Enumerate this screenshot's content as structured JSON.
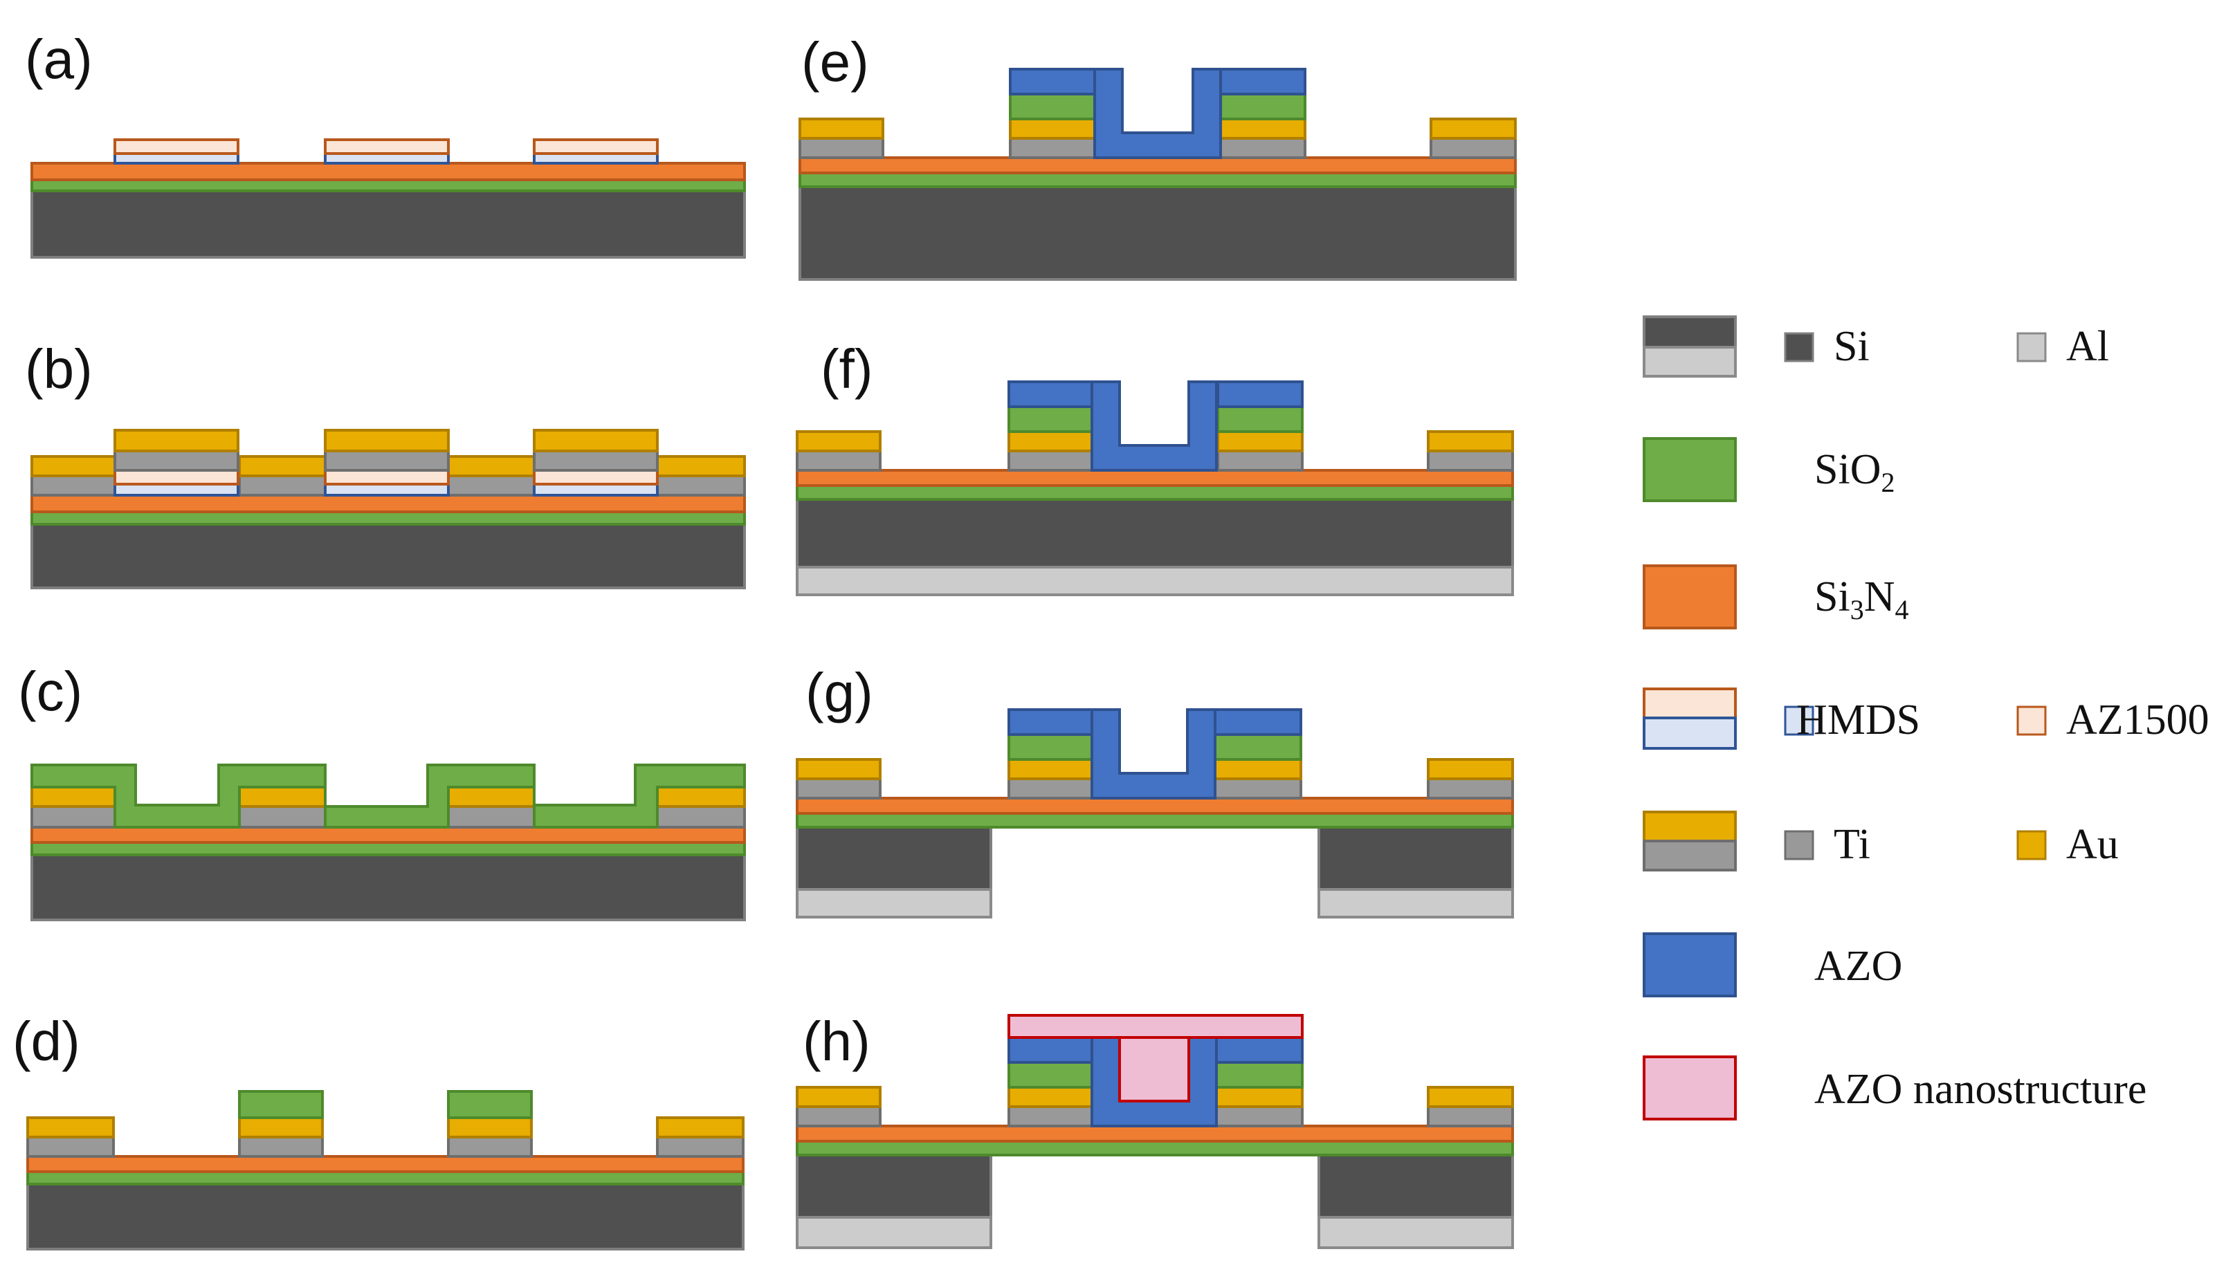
{
  "panels": [
    {
      "id": "a",
      "label": "(a)"
    },
    {
      "id": "b",
      "label": "(b)"
    },
    {
      "id": "c",
      "label": "(c)"
    },
    {
      "id": "d",
      "label": "(d)"
    },
    {
      "id": "e",
      "label": "(e)"
    },
    {
      "id": "f",
      "label": "(f)"
    },
    {
      "id": "g",
      "label": "(g)"
    },
    {
      "id": "h",
      "label": "(h)"
    }
  ],
  "legend": {
    "si": "Si",
    "al": "Al",
    "sio2": {
      "base": "SiO",
      "sub": "2"
    },
    "si3n4": {
      "p1": "Si",
      "s1": "3",
      "p2": "N",
      "s2": "4"
    },
    "hmds": "HMDS",
    "az1500": "AZ1500",
    "ti": "Ti",
    "au": "Au",
    "azo": "AZO",
    "azo_nano": "AZO nanostructure"
  },
  "materials": {
    "si": {
      "fill": "#505050",
      "stroke": "#7f7f7f"
    },
    "al": {
      "fill": "#cccccc",
      "stroke": "#8a8a8a"
    },
    "sio2": {
      "fill": "#6ead47",
      "stroke": "#4e8a2c"
    },
    "si3n4": {
      "fill": "#ee7d31",
      "stroke": "#b8581c"
    },
    "hmds": {
      "fill": "#dae3f3",
      "stroke": "#2f5597"
    },
    "az1500": {
      "fill": "#fbe5d6",
      "stroke": "#b8581c"
    },
    "ti": {
      "fill": "#999999",
      "stroke": "#6e6e6e"
    },
    "au": {
      "fill": "#e7ad00",
      "stroke": "#b07f00"
    },
    "azo": {
      "fill": "#4472c4",
      "stroke": "#2f528f"
    },
    "azo_nano": {
      "fill": "#eebcd3",
      "stroke": "#c00000"
    }
  }
}
